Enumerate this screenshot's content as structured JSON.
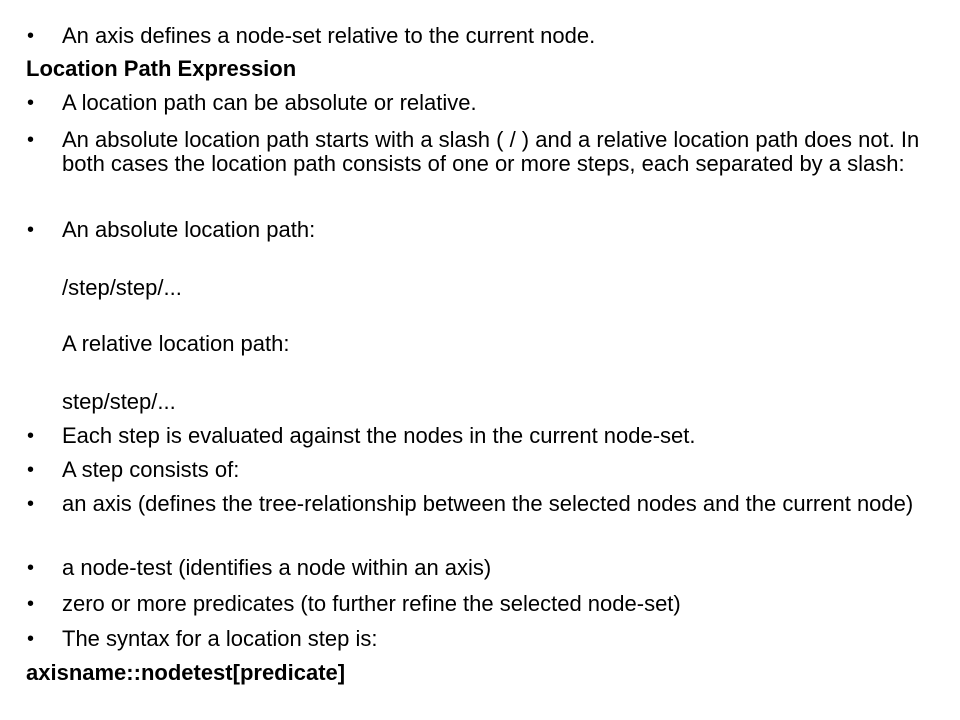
{
  "slide": {
    "bullet_glyph": "•",
    "item1": "An axis defines a node-set relative to the current node.",
    "heading1": "Location Path Expression",
    "item2": "A location path can be absolute or relative.",
    "item3": "An absolute location path starts with a slash ( / ) and a relative location path does not. In both cases the location path consists of one or more steps, each separated by a slash:",
    "item4": "An absolute location path:",
    "example_absolute": "/step/step/...",
    "relative_label": "A relative location path:",
    "example_relative": "step/step/...",
    "item5": "Each step is evaluated against the nodes in the current node-set.",
    "item6": "A step consists of:",
    "item7": "an axis (defines the tree-relationship between the selected nodes and the current node)",
    "item8": "a node-test (identifies a node within an axis)",
    "item9": "zero or more predicates (to further refine the selected node-set)",
    "item10": "The syntax for a location step is:",
    "syntax": "axisname::nodetest[predicate]"
  }
}
